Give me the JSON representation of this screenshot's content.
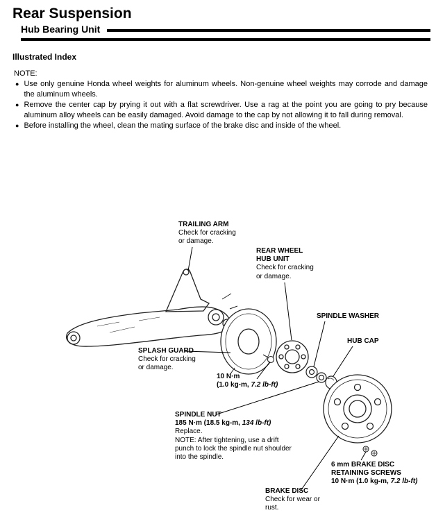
{
  "header": {
    "title": "Rear Suspension",
    "subtitle": "Hub Bearing Unit"
  },
  "section": {
    "heading": "Illustrated Index",
    "note_label": "NOTE:",
    "bullet_glyph": "●",
    "notes": [
      "Use only genuine Honda wheel weights for aluminum wheels. Non-genuine wheel weights may corrode and damage the aluminum wheels.",
      "Remove the center cap by prying it out with a flat screwdriver. Use a rag at the point you are going to pry because aluminum alloy wheels can be easily damaged. Avoid damage to the cap by not allowing it to fall during removal.",
      "Before installing the wheel, clean the mating surface of the brake disc and inside of the wheel."
    ]
  },
  "diagram": {
    "trailing_arm": {
      "title": "TRAILING ARM",
      "desc": "Check for cracking\nor damage."
    },
    "rear_hub": {
      "title": "REAR WHEEL\nHUB UNIT",
      "desc": "Check for cracking\nor damage."
    },
    "spindle_washer": {
      "title": "SPINDLE WASHER"
    },
    "hub_cap": {
      "title": "HUB CAP"
    },
    "splash_guard": {
      "title": "SPLASH GUARD",
      "desc": "Check for cracking\nor damage."
    },
    "torque_hub": {
      "value": "10 N·m",
      "detail_pre": "(1.0 kg-m, ",
      "detail_it": "7.2 lb-ft)"
    },
    "spindle_nut": {
      "title": "SPINDLE NUT",
      "torque_pre": "185 N·m (18.5 kg-m, ",
      "torque_it": "134 lb-ft)",
      "replace": "Replace.",
      "note": "NOTE: After tightening, use a drift\npunch to lock the spindle nut shoulder\ninto the spindle."
    },
    "brake_disc": {
      "title": "BRAKE DISC",
      "desc": "Check for wear or\nrust."
    },
    "retaining_screws": {
      "title": "6 mm BRAKE DISC\nRETAINING SCREWS",
      "torque_pre": "10 N·m (1.0 kg-m, ",
      "torque_it": "7.2 lb-ft)"
    }
  }
}
